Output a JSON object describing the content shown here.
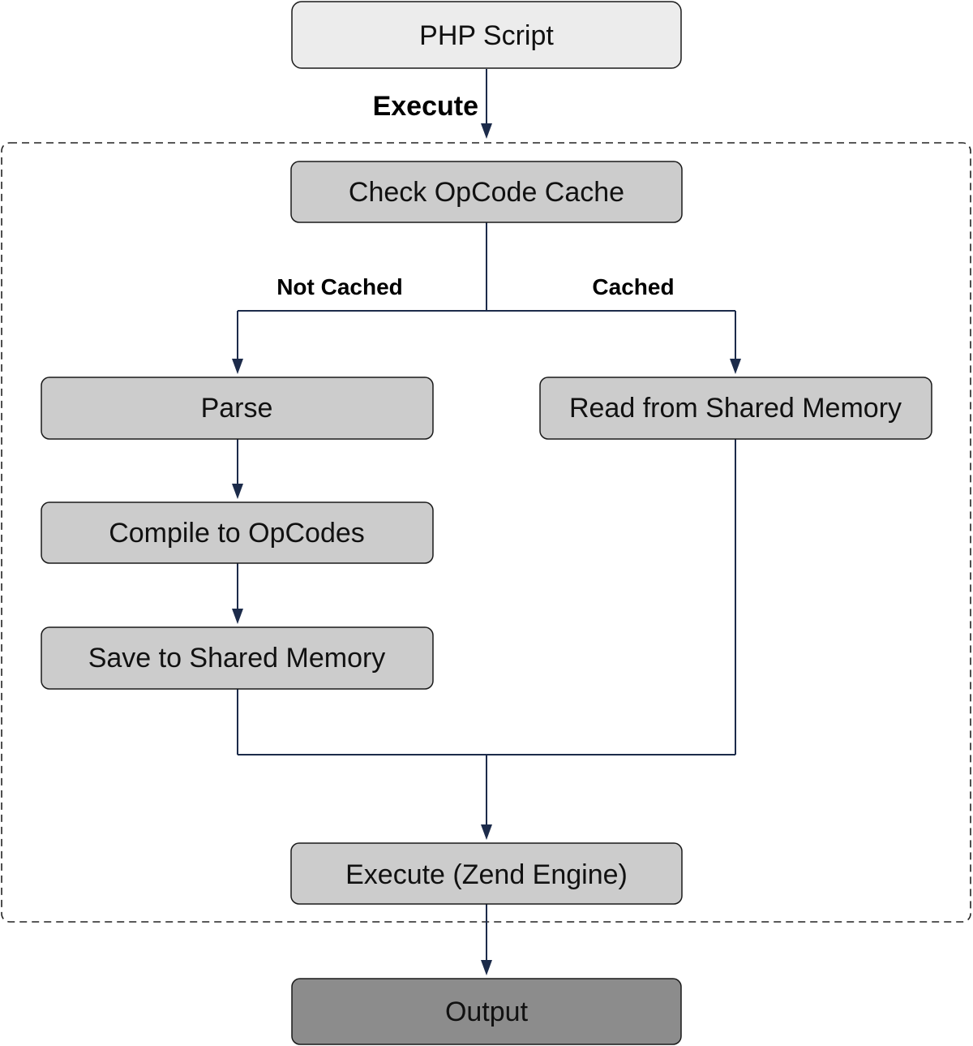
{
  "colors": {
    "start_fill": "#ececec",
    "process_fill": "#cccccc",
    "output_fill": "#8c8c8c",
    "edge": "#1c2b4a"
  },
  "nodes": {
    "php_script": "PHP Script",
    "check_cache": "Check OpCode Cache",
    "parse": "Parse",
    "read_shared": "Read from Shared Memory",
    "compile": "Compile to OpCodes",
    "save_shared": "Save to Shared Memory",
    "execute_zend": "Execute (Zend Engine)",
    "output": "Output"
  },
  "edge_labels": {
    "execute": "Execute",
    "not_cached": "Not Cached",
    "cached": "Cached"
  }
}
